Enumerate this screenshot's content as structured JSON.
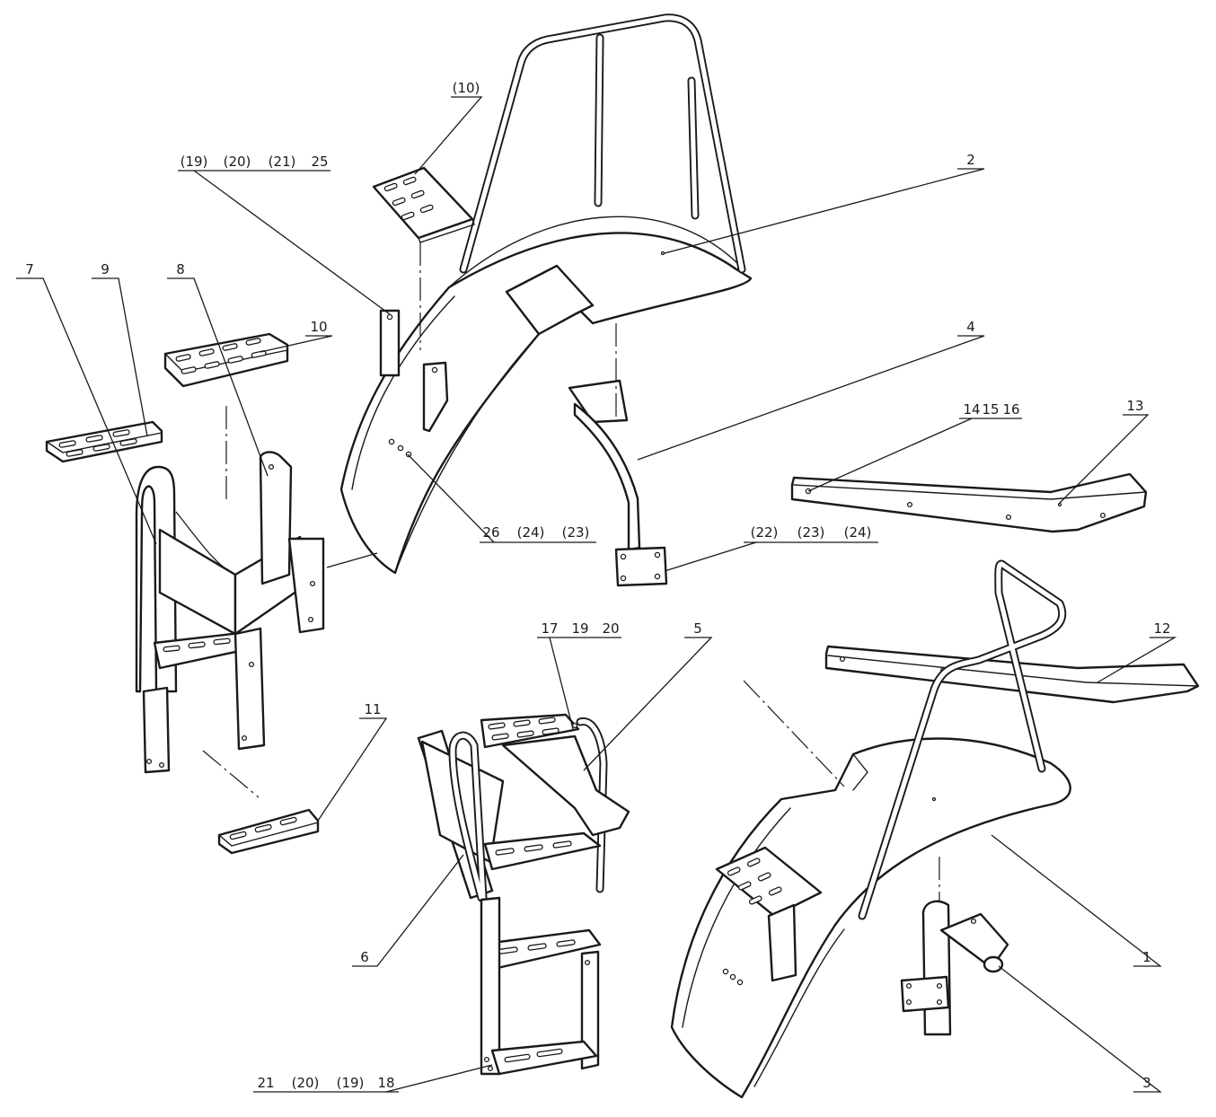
{
  "diagram": {
    "callouts": {
      "c1": "1",
      "c2": "2",
      "c3": "3",
      "c4": "4",
      "c5": "5",
      "c6": "6",
      "c7": "7",
      "c8": "8",
      "c9": "9",
      "c10": "10",
      "c10p": "(10)",
      "c11": "11",
      "c12": "12",
      "c13": "13",
      "g1": [
        "(19)",
        "(20)",
        "(21)",
        "25"
      ],
      "g2": [
        "26",
        "(24)",
        "(23)"
      ],
      "g3": [
        "(22)",
        "(23)",
        "(24)"
      ],
      "g4": [
        "14",
        "15",
        "16"
      ],
      "g5": [
        "17",
        "19",
        "20"
      ],
      "g6": [
        "21",
        "(20)",
        "(19)",
        "18"
      ]
    }
  }
}
